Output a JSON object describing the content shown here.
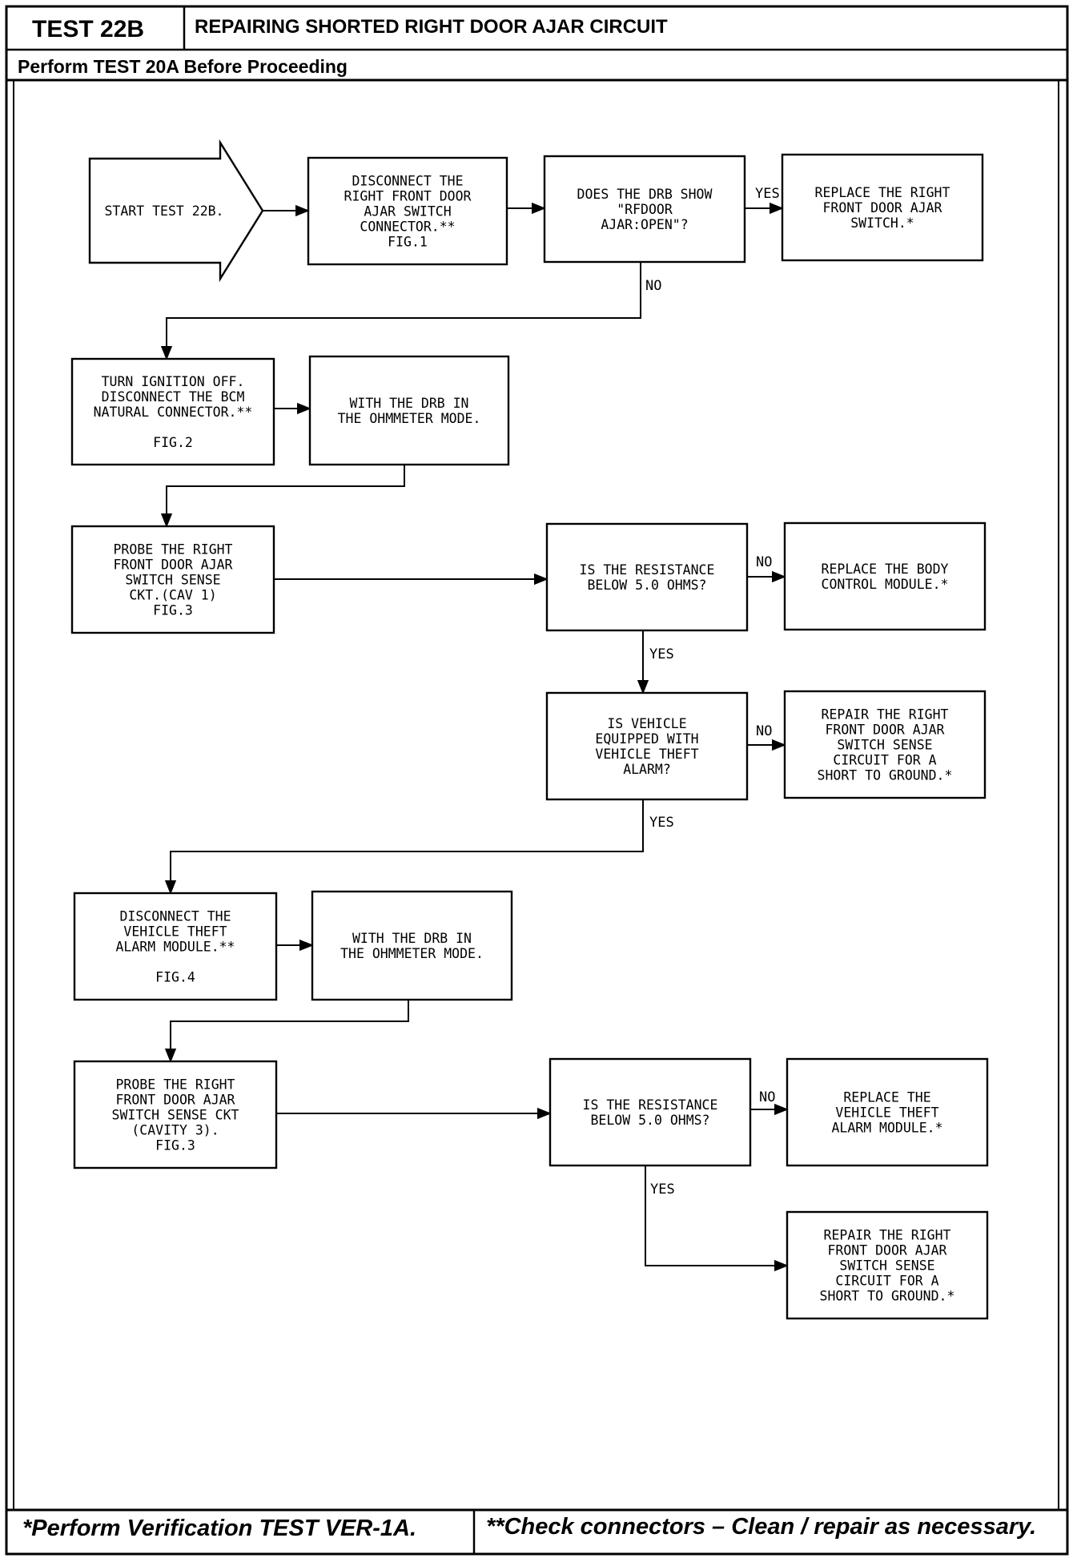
{
  "header": {
    "test_id": "TEST 22B",
    "title": "REPAIRING SHORTED RIGHT DOOR AJAR CIRCUIT",
    "prerequisite": "Perform TEST 20A Before Proceeding"
  },
  "flow": {
    "nodes": [
      {
        "id": "start",
        "kind": "arrow",
        "lines": [
          "START TEST 22B."
        ]
      },
      {
        "id": "n1",
        "lines": [
          "DISCONNECT THE",
          "RIGHT FRONT DOOR",
          "AJAR SWITCH",
          "CONNECTOR.**",
          "FIG.1"
        ]
      },
      {
        "id": "q1",
        "lines": [
          "DOES THE DRB SHOW",
          "\"RFDOOR",
          "AJAR:OPEN\"?"
        ]
      },
      {
        "id": "r1",
        "lines": [
          "REPLACE THE RIGHT",
          "FRONT DOOR AJAR",
          "SWITCH.*"
        ]
      },
      {
        "id": "n2",
        "lines": [
          "TURN IGNITION OFF.",
          "DISCONNECT THE BCM",
          "NATURAL CONNECTOR.**",
          "",
          "FIG.2"
        ]
      },
      {
        "id": "n3",
        "lines": [
          "WITH THE DRB IN",
          "THE OHMMETER MODE."
        ]
      },
      {
        "id": "n4",
        "lines": [
          "PROBE THE RIGHT",
          "FRONT DOOR AJAR",
          "SWITCH SENSE",
          "CKT.(CAV 1)",
          "FIG.3"
        ]
      },
      {
        "id": "q2",
        "lines": [
          "IS THE RESISTANCE",
          "BELOW 5.0 OHMS?"
        ]
      },
      {
        "id": "r2",
        "lines": [
          "REPLACE THE BODY",
          "CONTROL MODULE.*"
        ]
      },
      {
        "id": "q3",
        "lines": [
          "IS VEHICLE",
          "EQUIPPED WITH",
          "VEHICLE THEFT",
          "ALARM?"
        ]
      },
      {
        "id": "r3",
        "lines": [
          "REPAIR THE RIGHT",
          "FRONT DOOR AJAR",
          "SWITCH SENSE",
          "CIRCUIT FOR A",
          "SHORT TO GROUND.*"
        ]
      },
      {
        "id": "n5",
        "lines": [
          "DISCONNECT THE",
          "VEHICLE THEFT",
          "ALARM MODULE.**",
          "",
          "FIG.4"
        ]
      },
      {
        "id": "n6",
        "lines": [
          "WITH THE DRB IN",
          "THE OHMMETER MODE."
        ]
      },
      {
        "id": "n7",
        "lines": [
          "PROBE THE RIGHT",
          "FRONT DOOR AJAR",
          "SWITCH SENSE CKT",
          "(CAVITY 3).",
          "FIG.3"
        ]
      },
      {
        "id": "q4",
        "lines": [
          "IS THE RESISTANCE",
          "BELOW 5.0 OHMS?"
        ]
      },
      {
        "id": "r4",
        "lines": [
          "REPLACE THE",
          "VEHICLE THEFT",
          "ALARM MODULE.*"
        ]
      },
      {
        "id": "r5",
        "lines": [
          "REPAIR THE RIGHT",
          "FRONT DOOR AJAR",
          "SWITCH SENSE",
          "CIRCUIT FOR A",
          "SHORT TO GROUND.*"
        ]
      }
    ],
    "edges": [
      {
        "id": "e1",
        "from": "start",
        "to": "n1",
        "label": ""
      },
      {
        "id": "e2",
        "from": "n1",
        "to": "q1",
        "label": ""
      },
      {
        "id": "e3",
        "from": "q1",
        "to": "r1",
        "label": "YES"
      },
      {
        "id": "e4",
        "from": "q1",
        "to": "n2",
        "label": "NO"
      },
      {
        "id": "e5",
        "from": "n2",
        "to": "n3",
        "label": ""
      },
      {
        "id": "e6",
        "from": "n3",
        "to": "n4",
        "label": ""
      },
      {
        "id": "e7",
        "from": "n4",
        "to": "q2",
        "label": ""
      },
      {
        "id": "e8",
        "from": "q2",
        "to": "r2",
        "label": "NO"
      },
      {
        "id": "e9",
        "from": "q2",
        "to": "q3",
        "label": "YES"
      },
      {
        "id": "e10",
        "from": "q3",
        "to": "r3",
        "label": "NO"
      },
      {
        "id": "e11",
        "from": "q3",
        "to": "n5",
        "label": "YES"
      },
      {
        "id": "e12",
        "from": "n5",
        "to": "n6",
        "label": ""
      },
      {
        "id": "e13",
        "from": "n6",
        "to": "n7",
        "label": ""
      },
      {
        "id": "e14",
        "from": "n7",
        "to": "q4",
        "label": ""
      },
      {
        "id": "e15",
        "from": "q4",
        "to": "r4",
        "label": "NO"
      },
      {
        "id": "e16",
        "from": "q4",
        "to": "r5",
        "label": "YES"
      }
    ]
  },
  "footer": {
    "note_single": "*Perform Verification TEST VER-1A.",
    "note_double": "**Check connectors – Clean / repair as necessary."
  }
}
